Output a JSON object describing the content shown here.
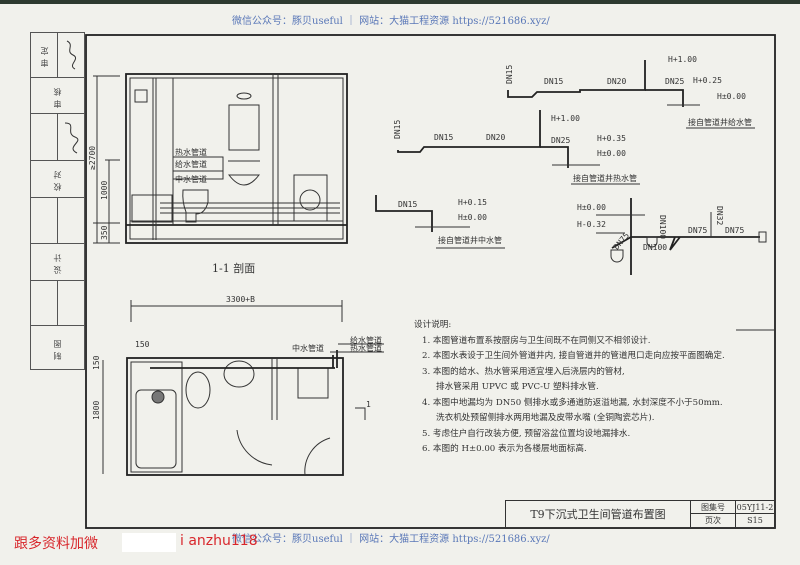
{
  "watermark": {
    "top": "微信公众号：豚贝useful ｜ 网站：大猫工程资源 https://521686.xyz/",
    "bottom": "微信公众号：豚贝useful ｜ 网站：大猫工程资源 https://521686.xyz/"
  },
  "promo": {
    "text": "跟多资料加微",
    "id": "i anzhu118"
  },
  "sign_strip": [
    "审定",
    "审核",
    "校对",
    "设计",
    "制图"
  ],
  "section": {
    "title": "1-1 剖面",
    "dims": [
      "≥2700",
      "1000",
      "350"
    ],
    "pipe_labels": [
      "热水管道",
      "给水管道",
      "中水管道"
    ]
  },
  "plan": {
    "dims": [
      "3300+B",
      "150",
      "150",
      "1800"
    ],
    "pipe_labels": {
      "recycled": "中水管道",
      "supply": "给水管道",
      "hot": "热水管道"
    },
    "section_mark": "1"
  },
  "supply_iso": {
    "labels": [
      "DN15",
      "DN15",
      "DN20",
      "DN25"
    ],
    "elevations": [
      "H+1.00",
      "H+0.25",
      "H±0.00"
    ],
    "note": "接自管道井给水管"
  },
  "hot_iso": {
    "labels": [
      "DN15",
      "DN15",
      "DN20",
      "DN25"
    ],
    "elevations": [
      "H+1.00",
      "H+0.35",
      "H±0.00"
    ],
    "note": "接自管道井热水管"
  },
  "recycled_iso": {
    "labels": [
      "DN15"
    ],
    "elevations": [
      "H+0.15",
      "H±0.00"
    ],
    "note": "接自管道井中水管"
  },
  "drain_iso": {
    "labels": [
      "DN75",
      "DN100",
      "DN100",
      "DN75",
      "DN75",
      "DN32"
    ],
    "elevations": [
      "H±0.00",
      "H-0.32"
    ]
  },
  "notes": {
    "heading": "设计说明:",
    "items": [
      "1. 本图管道布置系按厨房与卫生间既不在同侧又不相邻设计.",
      "2. 本图水表设于卫生间外管道井内, 接自管道井的管道甩口走向应按平面图确定.",
      "3. 本图的给水、热水管采用适宜埋入后浇层内的管材,",
      "排水管采用 UPVC 或 PVC-U 塑料排水管.",
      "4. 本图中地漏均为 DN50 侧排水或多通道防返溢地漏, 水封深度不小于50mm.",
      "洗衣机处预留侧排水两用地漏及皮带水嘴 (全铜陶瓷芯片).",
      "5. 考虑住户自行改装方便, 预留浴盆位置均设地漏排水.",
      "6. 本图的 H±0.00 表示为各楼层地面标高."
    ]
  },
  "title_block": {
    "title": "T9下沉式卫生间管道布置图",
    "atlas_label": "图集号",
    "atlas_no": "05YJ11-2",
    "page_label": "页次",
    "page_no": "S15"
  }
}
